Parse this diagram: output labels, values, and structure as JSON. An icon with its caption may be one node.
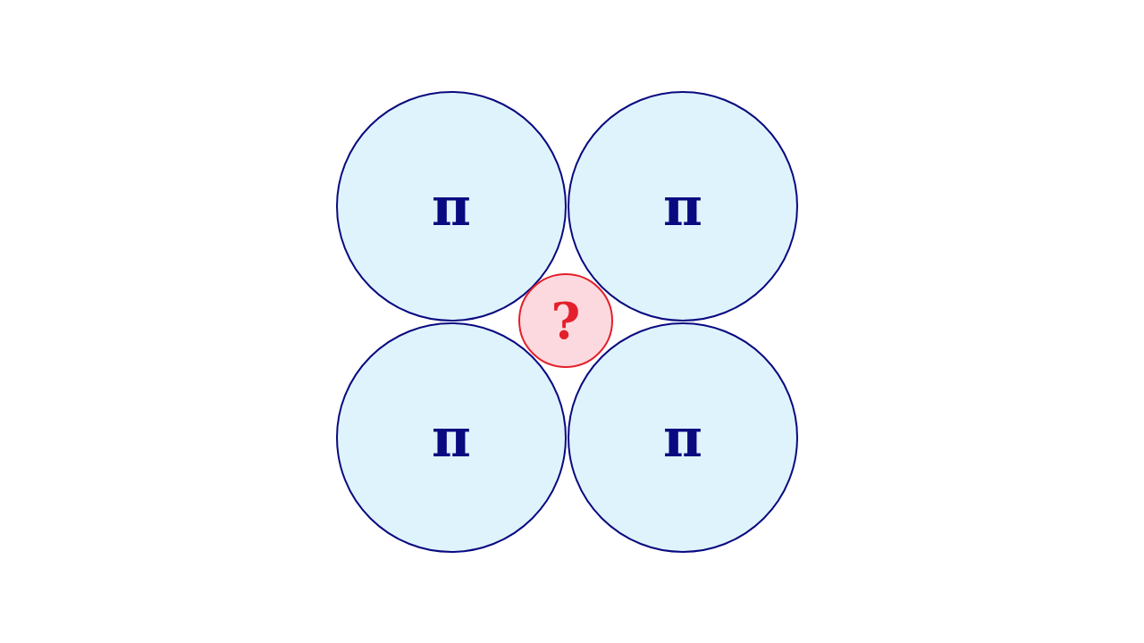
{
  "diagram": {
    "nodes": [
      {
        "text": [
          "π"
        ]
      },
      {
        "text": [
          "π"
        ]
      },
      {
        "text": [
          "π"
        ]
      },
      {
        "text": [
          "π"
        ]
      },
      {
        "text": [
          "?"
        ]
      }
    ]
  }
}
